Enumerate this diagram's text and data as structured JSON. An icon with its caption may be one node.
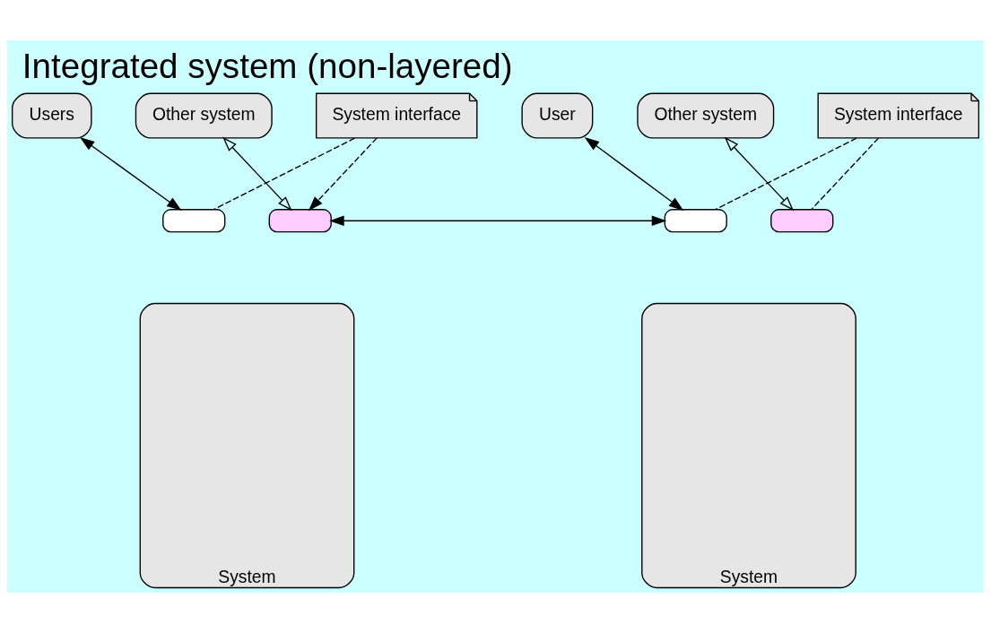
{
  "diagram": {
    "title": "Integrated system (non-layered)",
    "nodes": [
      {
        "text": [
          "Users"
        ]
      },
      {
        "text": [
          "Other system"
        ]
      },
      {
        "text": [
          "System interface"
        ]
      },
      {
        "text": [],
        "shape": "box"
      },
      {
        "text": [],
        "shape": "box"
      },
      {
        "text": [
          "System"
        ]
      },
      {
        "text": [
          "User"
        ]
      },
      {
        "text": [
          "Other system"
        ]
      },
      {
        "text": [
          "System interface"
        ]
      },
      {
        "text": [],
        "shape": "box"
      },
      {
        "text": [],
        "shape": "box"
      },
      {
        "text": [
          "System"
        ]
      }
    ],
    "edges": [
      {
        "from": 0,
        "to": 3,
        "arrow": "both"
      },
      {
        "from": 1,
        "to": 4,
        "arrow": "both"
      },
      {
        "from": 2,
        "to": 3,
        "arrow": "none",
        "style": "dashed"
      },
      {
        "from": 2,
        "to": 4,
        "arrow": "to",
        "style": "dashed"
      },
      {
        "from": 4,
        "to": 9,
        "arrow": "both"
      },
      {
        "from": 6,
        "to": 9,
        "arrow": "both"
      },
      {
        "from": 7,
        "to": 10,
        "arrow": "both"
      },
      {
        "from": 8,
        "to": 9,
        "arrow": "none",
        "style": "dashed"
      },
      {
        "from": 8,
        "to": 10,
        "arrow": "none",
        "style": "dashed"
      }
    ]
  }
}
